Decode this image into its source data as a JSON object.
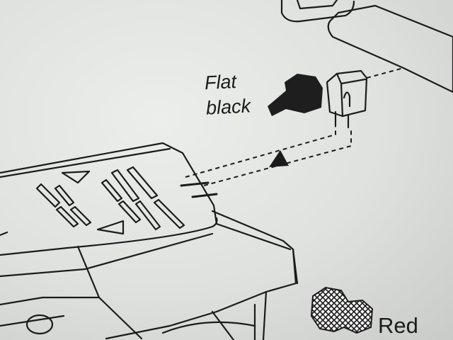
{
  "callouts": {
    "flat_black": {
      "line1": "Flat",
      "line2": "black",
      "swatch_icon": "black-hexagon-paint-swatch"
    },
    "red": {
      "label": "Red",
      "swatch_icon": "red-patterned-hexagon-paint-swatch"
    }
  },
  "colors": {
    "paper": "#e4e6e3",
    "ink": "#1b1b1b",
    "swatch_black": "#1e1e1e"
  }
}
